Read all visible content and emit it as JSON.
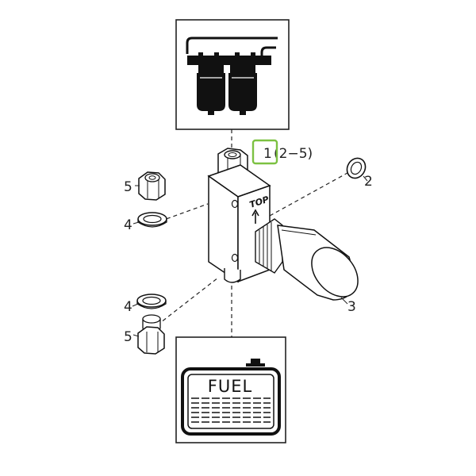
{
  "callouts": {
    "main": "1",
    "main_range": "(2−5)",
    "part2": "2",
    "part3": "3",
    "part4_top": "4",
    "part5_top": "5",
    "part4_bottom": "4",
    "part5_bottom": "5"
  },
  "block_marking": "TOP",
  "tank_label": "FUEL",
  "highlight_color": "#7cc142"
}
